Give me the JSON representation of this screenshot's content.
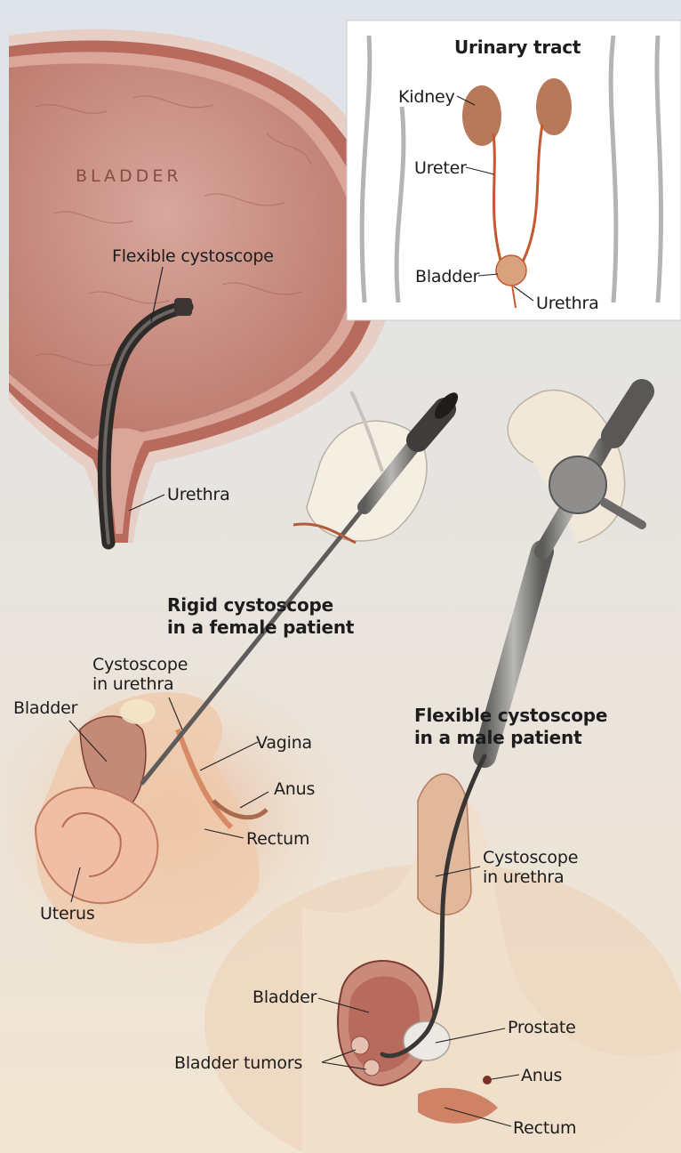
{
  "inset": {
    "title": "Urinary tract",
    "kidney": "Kidney",
    "ureter": "Ureter",
    "bladder": "Bladder",
    "urethra": "Urethra"
  },
  "bladder_view": {
    "word": "BLADDER",
    "flexible_cystoscope": "Flexible cystoscope",
    "urethra": "Urethra"
  },
  "female": {
    "heading": "Rigid cystoscope\nin a female patient",
    "cystoscope_in_urethra": "Cystoscope\nin urethra",
    "bladder": "Bladder",
    "vagina": "Vagina",
    "anus": "Anus",
    "rectum": "Rectum",
    "uterus": "Uterus"
  },
  "male": {
    "heading": "Flexible cystoscope\nin a male patient",
    "cystoscope_in_urethra": "Cystoscope\nin urethra",
    "bladder": "Bladder",
    "prostate": "Prostate",
    "bladder_tumors": "Bladder tumors",
    "anus": "Anus",
    "rectum": "Rectum"
  },
  "colors": {
    "background_top": "#dde3e9",
    "background_bottom": "#f1e6d6",
    "bladder_wall": "#b86a5c",
    "bladder_lumen": "#c99086",
    "kidney": "#b8795a",
    "ureter": "#c5582e",
    "scope_dark": "#2e2a28",
    "scope_metal": "#8f8e8c"
  }
}
